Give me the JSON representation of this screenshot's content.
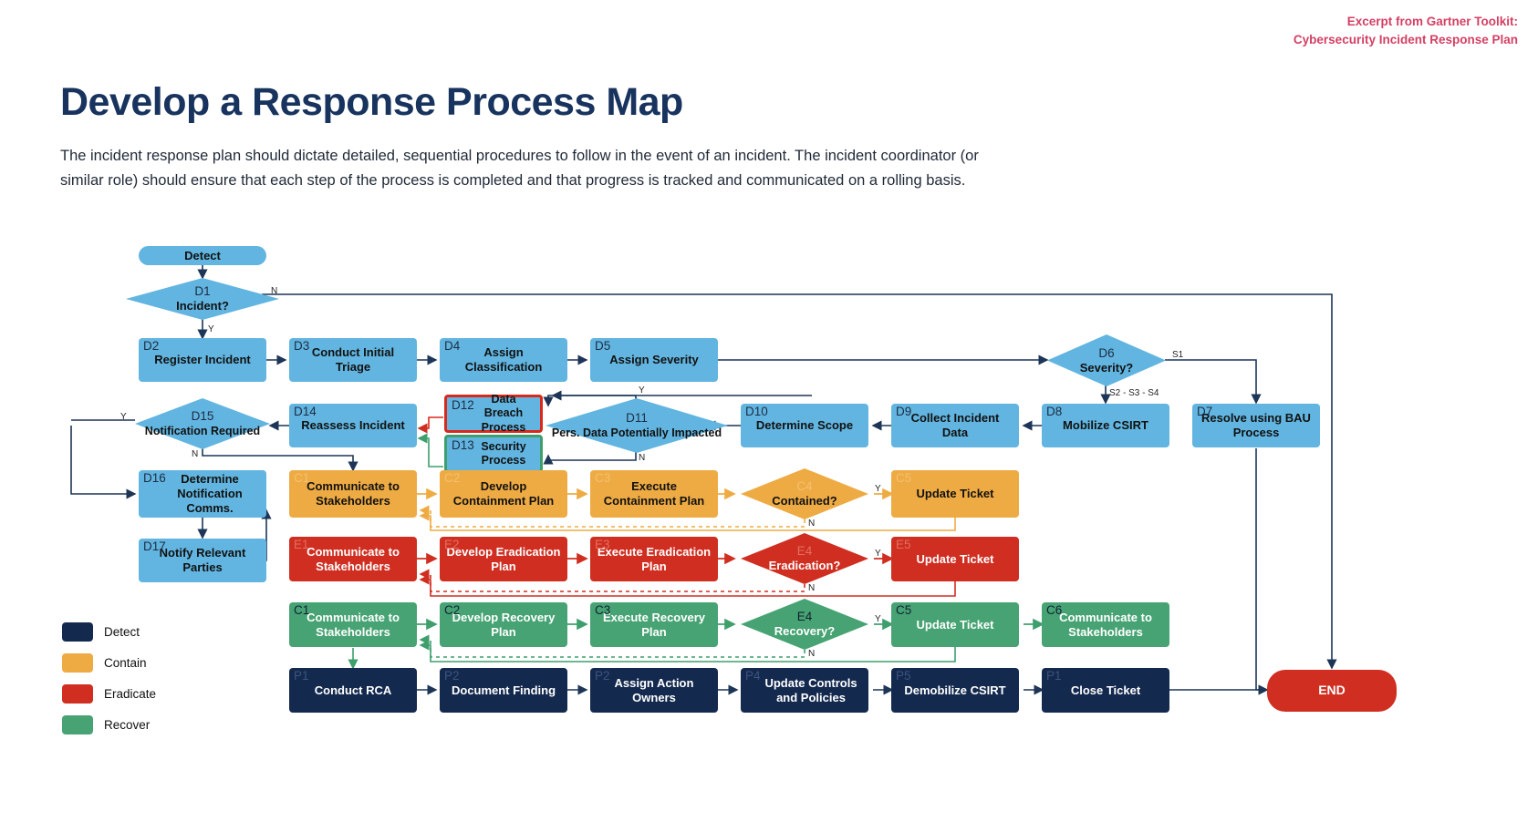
{
  "header": {
    "note_line1": "Excerpt from Gartner Toolkit:",
    "note_line2": "Cybersecurity Incident Response Plan",
    "note_color": "#d43f63"
  },
  "title": "Develop a Response Process Map",
  "intro": "The incident response plan should dictate detailed, sequential procedures to follow in the event of an incident. The incident coordinator (or similar role) should ensure that each step of the process is completed and that progress is tracked and communicated on a rolling basis.",
  "legend": {
    "items": [
      {
        "label": "Detect",
        "color": "#14294e"
      },
      {
        "label": "Contain",
        "color": "#eeab43"
      },
      {
        "label": "Eradicate",
        "color": "#cf2e21"
      },
      {
        "label": "Recover",
        "color": "#47a373"
      }
    ]
  },
  "palette": {
    "detect": "#62b5e0",
    "contain": "#eeab43",
    "eradicate": "#cf2e21",
    "recover": "#47a373",
    "navy": "#14294e",
    "end": "#cf2e21"
  },
  "nodes": {
    "start": {
      "tag": "",
      "text": "Detect"
    },
    "d1": {
      "tag": "D1",
      "text": "Incident?"
    },
    "d2": {
      "tag": "D2",
      "text": "Register Incident"
    },
    "d3": {
      "tag": "D3",
      "text": "Conduct Initial Triage"
    },
    "d4": {
      "tag": "D4",
      "text": "Assign Classification"
    },
    "d5": {
      "tag": "D5",
      "text": "Assign Severity"
    },
    "d6": {
      "tag": "D6",
      "text": "Severity?"
    },
    "d7": {
      "tag": "D7",
      "text": "Resolve using BAU Process"
    },
    "d8": {
      "tag": "D8",
      "text": "Mobilize CSIRT"
    },
    "d9": {
      "tag": "D9",
      "text": "Collect Incident Data"
    },
    "d10": {
      "tag": "D10",
      "text": "Determine Scope"
    },
    "d11": {
      "tag": "D11",
      "text": "Pers. Data Potentially  Impacted"
    },
    "d12": {
      "tag": "D12",
      "text": "Data Breach Process"
    },
    "d13": {
      "tag": "D13",
      "text": "Security Process"
    },
    "d14": {
      "tag": "D14",
      "text": "Reassess Incident"
    },
    "d15": {
      "tag": "D15",
      "text": "Notification Required"
    },
    "d16": {
      "tag": "D16",
      "text": "Determine Notification Comms."
    },
    "d17": {
      "tag": "D17",
      "text": "Notify Relevant Parties"
    },
    "c1": {
      "tag": "C1",
      "text": "Communicate to Stakeholders"
    },
    "c2": {
      "tag": "C2",
      "text": "Develop Containment Plan"
    },
    "c3": {
      "tag": "C3",
      "text": "Execute Containment Plan"
    },
    "c4": {
      "tag": "C4",
      "text": "Contained?"
    },
    "c5": {
      "tag": "C5",
      "text": "Update Ticket"
    },
    "e1": {
      "tag": "E1",
      "text": "Communicate to Stakeholders"
    },
    "e2": {
      "tag": "E2",
      "text": "Develop Eradication Plan"
    },
    "e3": {
      "tag": "E3",
      "text": "Execute Eradication Plan"
    },
    "e4": {
      "tag": "E4",
      "text": "Eradication?"
    },
    "e5": {
      "tag": "E5",
      "text": "Update Ticket"
    },
    "r1": {
      "tag": "C1",
      "text": "Communicate to Stakeholders"
    },
    "r2": {
      "tag": "C2",
      "text": "Develop Recovery Plan"
    },
    "r3": {
      "tag": "C3",
      "text": "Execute Recovery Plan"
    },
    "r4": {
      "tag": "E4",
      "text": "Recovery?"
    },
    "r5": {
      "tag": "C5",
      "text": "Update Ticket"
    },
    "r6": {
      "tag": "C6",
      "text": "Communicate to Stakeholders"
    },
    "p1": {
      "tag": "P1",
      "text": "Conduct RCA"
    },
    "p2": {
      "tag": "P2",
      "text": "Document Finding"
    },
    "p3": {
      "tag": "P2",
      "text": "Assign Action Owners"
    },
    "p4": {
      "tag": "P4",
      "text": "Update Controls and Policies"
    },
    "p5": {
      "tag": "P5",
      "text": "Demobilize CSIRT"
    },
    "p6": {
      "tag": "P1",
      "text": "Close Ticket"
    },
    "end": {
      "tag": "",
      "text": "END"
    }
  },
  "edge_labels": {
    "d1_no": "N",
    "d1_yes": "Y",
    "d6_s1": "S1",
    "d6_s234": "S2 - S3 - S4",
    "d11_yes": "Y",
    "d11_no": "N",
    "d15_yes": "Y",
    "d15_no": "N",
    "c4_yes": "Y",
    "c4_no": "N",
    "e4_yes": "Y",
    "e4_no": "N",
    "r4_yes": "Y",
    "r4_no": "N"
  }
}
